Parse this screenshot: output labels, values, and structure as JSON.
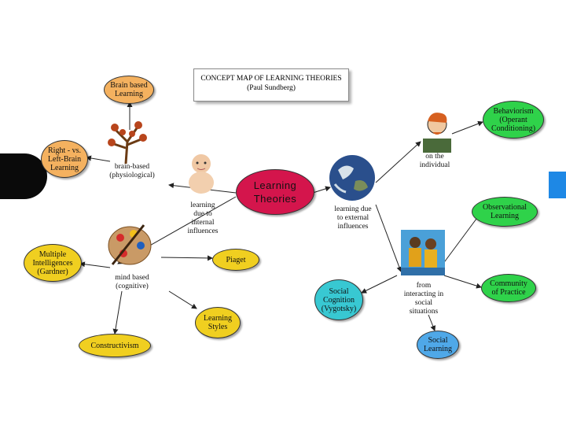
{
  "title": {
    "line1": "CONCEPT MAP OF LEARNING THEORIES",
    "line2": "(Paul Sundberg)"
  },
  "center": "Learning\nTheories",
  "nodes": {
    "brain_based_learning": "Brain based\nLearning",
    "right_left_brain": "Right - vs.\nLeft-Brain\nLearning",
    "multiple_intelligences": "Multiple\nIntelligences\n(Gardner)",
    "constructivism": "Constructivism",
    "learning_styles": "Learning\nStyles",
    "piaget": "Piaget",
    "behaviorism": "Behaviorism\n(Operant\nConditioning)",
    "observational_learning": "Observational\nLearning",
    "community_of_practice": "Community\nof Practice",
    "social_cognition": "Social\nCognition\n(Vygotsky)",
    "social_learning": "Social\nLearning"
  },
  "labels": {
    "brain_based_physiological": "brain-based\n(physiological)",
    "internal_influences": "learning\ndue to\ninternal\ninfluences",
    "mind_based": "mind based\n(cognitive)",
    "on_the_individual": "on the\nindividual",
    "external_influences": "learning due\nto external\ninfluences",
    "social_situations": "from\ninteracting in\nsocial\nsituations"
  },
  "colors": {
    "center": "#d4154c",
    "brain_nodes": "#f4b15f",
    "mind_nodes": "#f0cf20",
    "behavior_nodes": "#2fd24a",
    "social_nodes": "#38c8d2"
  },
  "icons": [
    "tree-icon",
    "baby-photo",
    "palette-icon",
    "earth-photo",
    "man-illustration",
    "people-photo"
  ]
}
